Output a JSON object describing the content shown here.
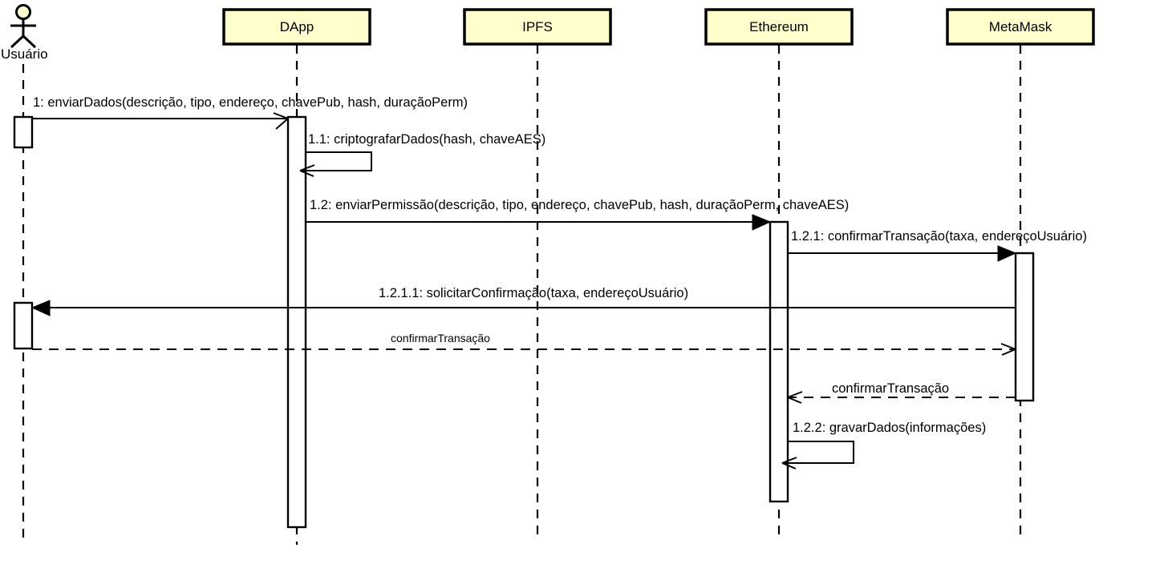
{
  "diagram": {
    "type": "uml-sequence-diagram",
    "colors": {
      "box_fill": "#ffffcc",
      "box_stroke": "#000000",
      "line": "#000000",
      "activation_fill": "#ffffff",
      "background": "#ffffff"
    },
    "actor": {
      "name": "Usuário",
      "icon": "stick-figure-actor-icon"
    },
    "participants": [
      {
        "name": "DApp"
      },
      {
        "name": "IPFS"
      },
      {
        "name": "Ethereum"
      },
      {
        "name": "MetaMask"
      }
    ],
    "messages": [
      {
        "id": "1",
        "label": "1: enviarDados(descrição, tipo, endereço, chavePub, hash, duraçãoPerm)",
        "from": "Usuário",
        "to": "DApp",
        "kind": "call",
        "arrow": "open"
      },
      {
        "id": "1.1",
        "label": "1.1: criptografarDados(hash, chaveAES)",
        "from": "DApp",
        "to": "DApp",
        "kind": "self-call",
        "arrow": "open"
      },
      {
        "id": "1.2",
        "label": "1.2: enviarPermissão(descrição, tipo, endereço, chavePub, hash, duraçãoPerm, chaveAES)",
        "from": "DApp",
        "to": "Ethereum",
        "kind": "call",
        "arrow": "filled"
      },
      {
        "id": "1.2.1",
        "label": "1.2.1: confirmarTransação(taxa, endereçoUsuário)",
        "from": "Ethereum",
        "to": "MetaMask",
        "kind": "call",
        "arrow": "filled"
      },
      {
        "id": "1.2.1.1",
        "label": "1.2.1.1: solicitarConfirmação(taxa, endereçoUsuário)",
        "from": "MetaMask",
        "to": "Usuário",
        "kind": "call",
        "arrow": "filled"
      },
      {
        "id": "r1",
        "label": "confirmarTransação",
        "from": "Usuário",
        "to": "MetaMask",
        "kind": "return",
        "arrow": "open"
      },
      {
        "id": "r2",
        "label": "confirmarTransação",
        "from": "MetaMask",
        "to": "Ethereum",
        "kind": "return",
        "arrow": "open"
      },
      {
        "id": "1.2.2",
        "label": "1.2.2: gravarDados(informações)",
        "from": "Ethereum",
        "to": "Ethereum",
        "kind": "self-call",
        "arrow": "open"
      }
    ]
  }
}
